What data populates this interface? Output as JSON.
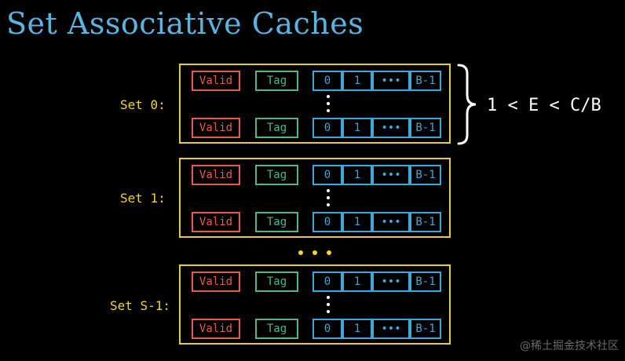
{
  "title": "Set Associative Caches",
  "sets": [
    {
      "label": "Set 0:"
    },
    {
      "label": "Set 1:"
    },
    {
      "label": "Set S-1:"
    }
  ],
  "line": {
    "valid": "Valid",
    "tag": "Tag",
    "blocks": [
      "0",
      "1",
      "•••",
      "B-1"
    ]
  },
  "formula": "1 < E < C/B",
  "watermark": "@稀土掘金技术社区",
  "colors": {
    "title": "#58b4e0",
    "set_border": "#e6cf2f",
    "valid": "#e85a4a",
    "tag": "#4fb88a",
    "block": "#3ea8d8"
  }
}
